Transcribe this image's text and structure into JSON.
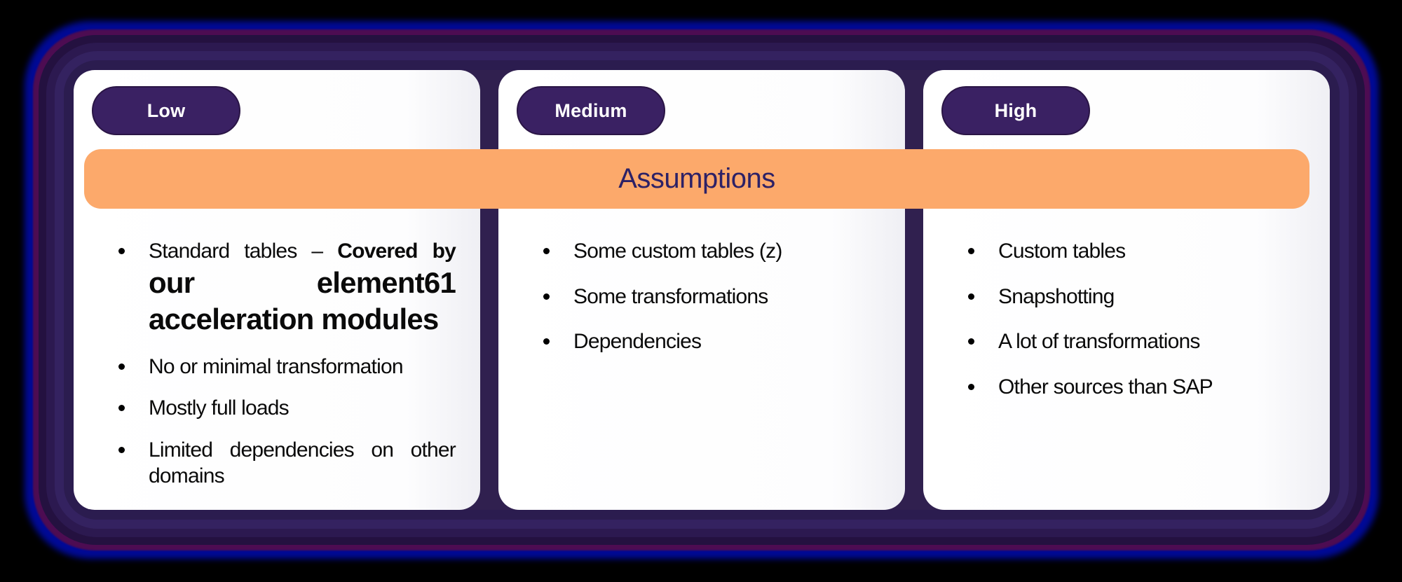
{
  "background_color": "#000000",
  "banner": {
    "label": "Assumptions",
    "bg_color": "#fca96b",
    "text_color": "#2d2166"
  },
  "cards": [
    {
      "badge": "Low",
      "items": {
        "first": {
          "normal": "Standard tables – ",
          "bold": "Covered by ",
          "bold_large": "our element61 acceleration modules"
        },
        "second": "No or minimal transformation",
        "third": "Mostly full loads",
        "fourth": "Limited dependencies on other domains"
      }
    },
    {
      "badge": "Medium",
      "items": {
        "first": "Some custom tables (z)",
        "second": "Some transformations",
        "third": "Dependencies"
      }
    },
    {
      "badge": "High",
      "items": {
        "first": "Custom tables",
        "second": "Snapshotting",
        "third": "A lot of transformations",
        "fourth": "Other sources than SAP"
      }
    }
  ],
  "colors": {
    "badge_bg": "#3a2163",
    "badge_text": "#ffffff",
    "banner_bg": "#fca96b",
    "banner_text": "#2d2166",
    "card_bg": "#ffffff",
    "gap_strip": "#30204f",
    "glow_purple": "#2b1c4f",
    "glow_magenta": "#4d0c52",
    "glow_navy": "#000a96",
    "bullet_text": "#0a0a0a"
  }
}
